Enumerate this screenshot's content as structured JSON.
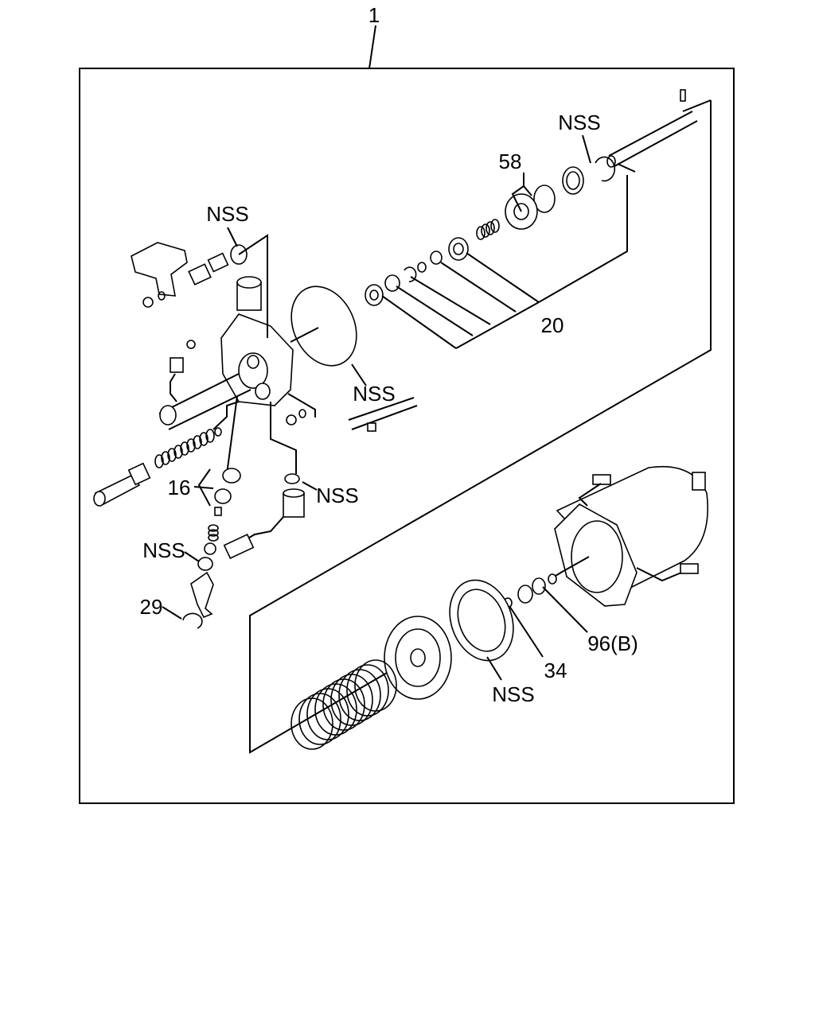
{
  "labels": {
    "assembly": "1",
    "nss_top_right": "NSS",
    "part_58": "58",
    "nss_top_left": "NSS",
    "part_20": "20",
    "nss_oring_large": "NSS",
    "part_16": "16",
    "nss_mid": "NSS",
    "nss_left": "NSS",
    "part_29": "29",
    "part_96b": "96(B)",
    "part_34": "34",
    "nss_bottom": "NSS"
  }
}
